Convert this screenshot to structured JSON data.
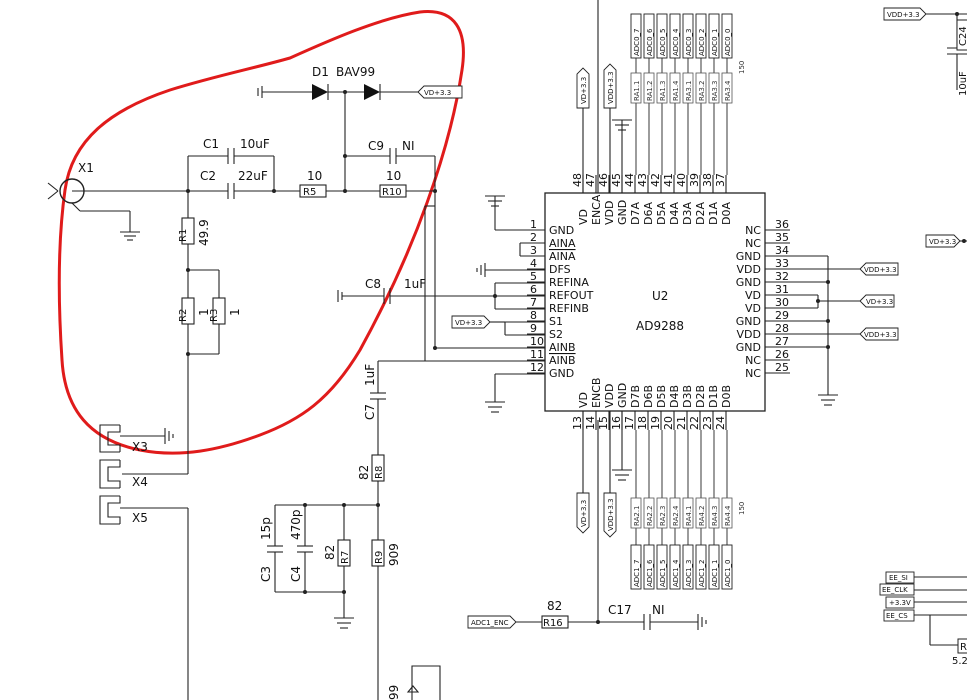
{
  "components": {
    "d1": {
      "ref": "D1",
      "part": "BAV99"
    },
    "c1": {
      "ref": "C1",
      "value": "10uF"
    },
    "c2": {
      "ref": "C2",
      "value": "22uF"
    },
    "c9": {
      "ref": "C9",
      "value": "NI"
    },
    "r5": {
      "ref": "R5",
      "value": "10"
    },
    "r10": {
      "ref": "R10",
      "value": "10"
    },
    "r1": {
      "ref": "R1",
      "value": "49.9"
    },
    "r2": {
      "ref": "R2",
      "value": "1"
    },
    "r3": {
      "ref": "R3",
      "value": "1"
    },
    "c8": {
      "ref": "C8",
      "value": "1uF"
    },
    "c7": {
      "ref": "C7",
      "value": "1uF"
    },
    "r8": {
      "ref": "R8",
      "value": "82"
    },
    "c3": {
      "ref": "C3",
      "value": "15p"
    },
    "c4": {
      "ref": "C4",
      "value": "470p"
    },
    "r7": {
      "ref": "R7",
      "value": "82"
    },
    "r9": {
      "ref": "R9",
      "value": "909"
    },
    "r16": {
      "ref": "R16",
      "value": "82"
    },
    "c17": {
      "ref": "C17",
      "value": "NI"
    },
    "c24": {
      "ref": "C24",
      "value": "10uF"
    },
    "x1": {
      "ref": "X1"
    },
    "x3": {
      "ref": "X3"
    },
    "x4": {
      "ref": "X4"
    },
    "x5": {
      "ref": "X5"
    },
    "u2": {
      "ref": "U2",
      "part": "AD9288"
    },
    "bottom_r": {
      "ref": "R",
      "value": "5.2"
    },
    "bottom_r9_value": "99"
  },
  "ic_left_pins": [
    {
      "num": "1",
      "name": "GND"
    },
    {
      "num": "2",
      "name": "AINA"
    },
    {
      "num": "3",
      "name": "AINA"
    },
    {
      "num": "4",
      "name": "DFS"
    },
    {
      "num": "5",
      "name": "REFINA"
    },
    {
      "num": "6",
      "name": "REFOUT"
    },
    {
      "num": "7",
      "name": "REFINB"
    },
    {
      "num": "8",
      "name": "S1"
    },
    {
      "num": "9",
      "name": "S2"
    },
    {
      "num": "10",
      "name": "AINB"
    },
    {
      "num": "11",
      "name": "AINB"
    },
    {
      "num": "12",
      "name": "GND"
    }
  ],
  "ic_right_pins": [
    {
      "num": "36",
      "name": "NC"
    },
    {
      "num": "35",
      "name": "NC"
    },
    {
      "num": "34",
      "name": "GND"
    },
    {
      "num": "33",
      "name": "VDD"
    },
    {
      "num": "32",
      "name": "GND"
    },
    {
      "num": "31",
      "name": "VD"
    },
    {
      "num": "30",
      "name": "VD"
    },
    {
      "num": "29",
      "name": "GND"
    },
    {
      "num": "28",
      "name": "VDD"
    },
    {
      "num": "27",
      "name": "GND"
    },
    {
      "num": "26",
      "name": "NC"
    },
    {
      "num": "25",
      "name": "NC"
    }
  ],
  "ic_top_pins": [
    {
      "num": "48",
      "name": "VD"
    },
    {
      "num": "47",
      "name": "ENCA"
    },
    {
      "num": "46",
      "name": "VDD"
    },
    {
      "num": "45",
      "name": "GND"
    },
    {
      "num": "44",
      "name": "D7A"
    },
    {
      "num": "43",
      "name": "D6A"
    },
    {
      "num": "42",
      "name": "D5A"
    },
    {
      "num": "41",
      "name": "D4A"
    },
    {
      "num": "40",
      "name": "D3A"
    },
    {
      "num": "39",
      "name": "D2A"
    },
    {
      "num": "38",
      "name": "D1A"
    },
    {
      "num": "37",
      "name": "D0A"
    }
  ],
  "ic_bottom_pins": [
    {
      "num": "13",
      "name": "VD"
    },
    {
      "num": "14",
      "name": "ENCB"
    },
    {
      "num": "15",
      "name": "VDD"
    },
    {
      "num": "16",
      "name": "GND"
    },
    {
      "num": "17",
      "name": "D7B"
    },
    {
      "num": "18",
      "name": "D6B"
    },
    {
      "num": "19",
      "name": "D5B"
    },
    {
      "num": "20",
      "name": "D4B"
    },
    {
      "num": "21",
      "name": "D3B"
    },
    {
      "num": "22",
      "name": "D2B"
    },
    {
      "num": "23",
      "name": "D1B"
    },
    {
      "num": "24",
      "name": "D0B"
    }
  ],
  "top_bus_labels": [
    "ADC0_7",
    "ADC0_6",
    "ADC0_5",
    "ADC0_4",
    "ADC0_3",
    "ADC0_2",
    "ADC0_1",
    "ADC0_0"
  ],
  "top_ra_labels": [
    "RA1.1",
    "RA1.2",
    "RA1.3",
    "RA1.4",
    "RA3.1",
    "RA3.2",
    "RA3.3",
    "RA3.4"
  ],
  "bottom_bus_labels": [
    "ADC1_7",
    "ADC1_6",
    "ADC1_5",
    "ADC1_4",
    "ADC1_3",
    "ADC1_2",
    "ADC1_1",
    "ADC1_0"
  ],
  "bottom_ra_labels": [
    "RA2.1",
    "RA2.2",
    "RA2.3",
    "RA2.4",
    "RA4.1",
    "RA4.2",
    "RA4.3",
    "RA4.4"
  ],
  "ra_value": "150",
  "net_labels": {
    "vd": "VD+3.3",
    "vdd": "VDD+3.3",
    "adc1_enc": "ADC1_ENC",
    "ee_si": "EE_SI",
    "ee_clk": "EE_CLK",
    "v33": "+3.3V",
    "ee_cs": "EE_CS"
  },
  "annotation": {
    "color": "#e01b1b"
  }
}
